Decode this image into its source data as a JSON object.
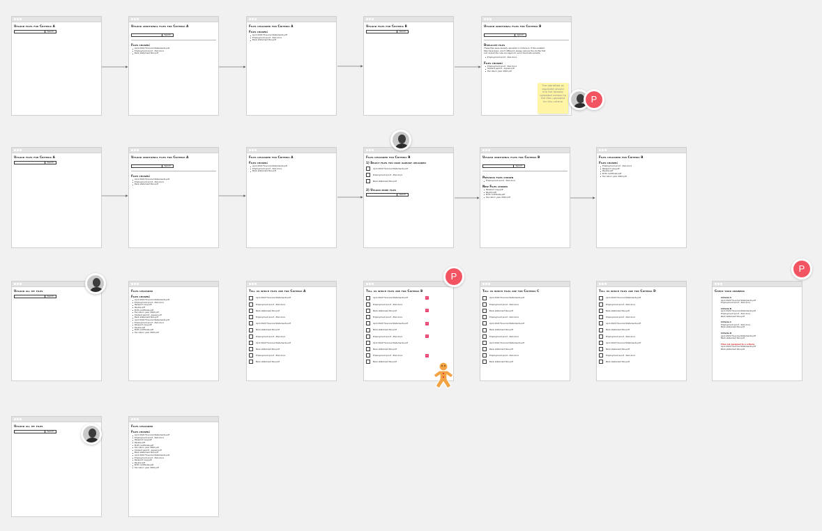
{
  "frames": {
    "r1f1": {
      "title": "Upload files for Criteria A",
      "search": "Search"
    },
    "r1f2": {
      "title": "Upload additional files for Criteria A",
      "search": "Search",
      "chosen_heading": "Files chosen:",
      "items": [
        "April 2022 Financial Statements.pdf",
        "Employment proof - PwC.docx",
        "Bank statement Nov.pdf"
      ]
    },
    "r1f3": {
      "title": "Files uploaded for Criteria A",
      "chosen_heading": "Files chosen:",
      "items": [
        "April 2022 Financial Statements.pdf",
        "Employment proof - PwC.docx",
        "Bank statement Nov.pdf"
      ]
    },
    "r1f4": {
      "title": "Upload files for Criteria B",
      "search": "Search"
    },
    "r1f5": {
      "title": "Upload additional files for Criteria B",
      "search": "Search",
      "dup_heading": "Duplicate files",
      "dup_text": "These files were already uploaded in Criteria A. If the updated files have been, and if different, please remove the old file first and upload the new one again to avoid duplicate uploads.",
      "dup_items": [
        "Employment proof - PwC.docx"
      ],
      "chosen_heading": "Files chosen:",
      "items": [
        "Employment proof - PwC.docx",
        "Student permit - signed.pdf",
        "Tax return year 2022.pdf"
      ]
    },
    "r2f1": {
      "title": "Upload files for Criteria A",
      "search": "Search"
    },
    "r2f2": {
      "title": "Upload additional files for Criteria A",
      "search": "Search",
      "chosen_heading": "Files chosen:",
      "items": [
        "April 2022 Financial Statements.pdf",
        "Employment proof - PwC.docx",
        "Bank statement Nov.pdf"
      ]
    },
    "r2f3": {
      "title": "Files uploaded for Criteria A",
      "chosen_heading": "Files chosen:",
      "items": [
        "April 2022 Financial Statements.pdf",
        "Employment proof - PwC.docx",
        "Bank statement Nov.pdf"
      ]
    },
    "r2f4": {
      "title": "Files uploaded for Criteria B",
      "step1": "1) Select files you have already uploaded",
      "checks": [
        "April 2022 Financial Statements.pdf",
        "Employment proof - PwC.docx",
        "Bank statement Nov.pdf"
      ],
      "step2": "2) Upload more files",
      "search": "Search"
    },
    "r2f5": {
      "title": "Upload additional files for Criteria B",
      "search": "Search",
      "prev_heading": "Previous files chosen",
      "prev_items": [
        "Employment proof - PwC.docx"
      ],
      "new_heading": "New Files chosen",
      "new_items": [
        "Passport copy.pdf",
        "Payslip.pdf",
        "Birth certificate.pdf",
        "Tax return year 2022.pdf"
      ]
    },
    "r2f6": {
      "title": "Files uploaded for Criteria B",
      "chosen_heading": "Files chosen:",
      "items": [
        "Employment proof - PwC.docx",
        "Passport copy.pdf",
        "Payslip.pdf",
        "Birth certificate.pdf",
        "Tax return year 2022.pdf"
      ]
    },
    "r3f1": {
      "title": "Upload all my files",
      "search": "Search"
    },
    "r3f2": {
      "title": "Files uploaded",
      "chosen_heading": "Files chosen:",
      "items": [
        "April 2022 Financial Statements.pdf",
        "Employment proof - PwC.docx",
        "Passport copy.pdf",
        "Payslip.pdf",
        "Birth certificate.pdf",
        "Tax return year 2022.pdf",
        "Student permit - signed.pdf",
        "Bank statement Nov.pdf",
        "April 2022 Financial Statements.pdf",
        "Employment proof - PwC.docx",
        "Passport copy.pdf",
        "Payslip.pdf",
        "Birth certificate.pdf",
        "Tax return year 2022.pdf"
      ]
    },
    "r3f3": {
      "title": "Tell us which files are for Criteria A",
      "checks": [
        "April 2022 Financial Statements.pdf",
        "Employment proof - PwC.docx",
        "Bank statement Nov.pdf",
        "Employment proof - PwC.docx",
        "April 2022 Financial Statements.pdf",
        "Bank statement Nov.pdf",
        "Employment proof - PwC.docx",
        "April 2022 Financial Statements.pdf",
        "Bank statement Nov.pdf",
        "Employment proof - PwC.docx",
        "Bank statement Nov.pdf"
      ]
    },
    "r3f4": {
      "title": "Tell us which files are for Criteria B",
      "checks": [
        "April 2022 Financial Statements.pdf",
        "Employment proof - PwC.docx",
        "Bank statement Nov.pdf",
        "Employment proof - PwC.docx",
        "April 2022 Financial Statements.pdf",
        "Bank statement Nov.pdf",
        "Employment proof - PwC.docx",
        "April 2022 Financial Statements.pdf",
        "Bank statement Nov.pdf",
        "Employment proof - PwC.docx",
        "Bank statement Nov.pdf"
      ]
    },
    "r3f5": {
      "title": "Tell us which files are for Criteria C",
      "checks": [
        "April 2022 Financial Statements.pdf",
        "Employment proof - PwC.docx",
        "Bank statement Nov.pdf",
        "Employment proof - PwC.docx",
        "April 2022 Financial Statements.pdf",
        "Bank statement Nov.pdf",
        "Employment proof - PwC.docx",
        "April 2022 Financial Statements.pdf",
        "Bank statement Nov.pdf",
        "Employment proof - PwC.docx",
        "Bank statement Nov.pdf"
      ]
    },
    "r3f6": {
      "title": "Tell us which files are for Criteria D",
      "checks": [
        "April 2022 Financial Statements.pdf",
        "Employment proof - PwC.docx",
        "Bank statement Nov.pdf",
        "Employment proof - PwC.docx",
        "April 2022 Financial Statements.pdf",
        "Bank statement Nov.pdf",
        "Employment proof - PwC.docx",
        "April 2022 Financial Statements.pdf",
        "Bank statement Nov.pdf",
        "Employment proof - PwC.docx",
        "Bank statement Nov.pdf"
      ]
    },
    "r3f7": {
      "title": "Check your answers",
      "sections": [
        {
          "label": "Criteria A",
          "items": [
            "April 2022 Financial Statements.pdf",
            "Employment proof - PwC.docx"
          ]
        },
        {
          "label": "Criteria B",
          "items": [
            "April 2022 Financial Statements.pdf",
            "Employment proof - PwC.docx",
            "Bank statement Nov.pdf"
          ]
        },
        {
          "label": "Criteria C",
          "items": [
            "Employment proof - PwC.docx",
            "Bank statement Nov.pdf"
          ]
        },
        {
          "label": "Criteria D",
          "items": [
            "April 2022 Financial Statements.pdf",
            "Bank statement Nov.pdf"
          ]
        }
      ],
      "unassigned": "Files not assigned to a criteria",
      "unassigned_items": [
        "April 2022 Financial Statements.pdf",
        "Bank statement Nov.pdf"
      ]
    },
    "r4f1": {
      "title": "Upload all my files",
      "search": "Search"
    },
    "r4f2": {
      "title": "Files uploaded",
      "chosen_heading": "Files chosen:",
      "items": [
        "April 2022 Financial Statements.pdf",
        "Employment proof - PwC.docx",
        "Passport copy.pdf",
        "Payslip.pdf",
        "Birth certificate.pdf",
        "Tax return year 2022.pdf",
        "Student permit - signed.pdf",
        "Bank statement Nov.pdf",
        "April 2022 Financial Statements.pdf",
        "Employment proof - PwC.docx",
        "Passport copy.pdf",
        "Payslip.pdf",
        "Birth certificate.pdf",
        "Tax return year 2022.pdf"
      ]
    }
  },
  "r3f4_flags": [
    0,
    2,
    4,
    6,
    9
  ],
  "sticky_note": "The identified as duplicate should link the already uploaded version to the files uploaded for this criteria",
  "badge_letter": "P",
  "colors": {
    "badge": "#f25462",
    "flag": "#e94672",
    "note": "#fff5a5",
    "warning": "#e02020"
  }
}
